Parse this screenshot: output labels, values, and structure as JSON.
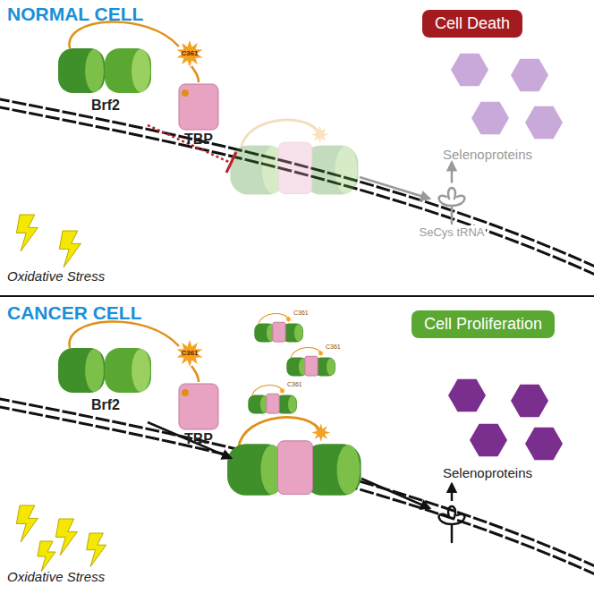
{
  "diagram": {
    "nodes": [
      {
        "text": [
          "Cell Death"
        ]
      },
      {
        "text": [
          "Brf2"
        ]
      },
      {
        "text": [
          "C361"
        ]
      },
      {
        "text": [
          "TBP"
        ]
      },
      {
        "text": [
          "Selenoproteins"
        ]
      },
      {
        "text": [
          "SeCys tRNA"
        ]
      },
      {
        "text": [
          "Cell Proliferation"
        ]
      },
      {
        "text": [
          "Brf2"
        ]
      },
      {
        "text": [
          "C361"
        ]
      },
      {
        "text": [
          "TBP"
        ]
      },
      {
        "text": [
          "Selenoproteins"
        ]
      }
    ],
    "edges": [
      {
        "from": 5,
        "to": 4,
        "arrow": "to"
      }
    ],
    "labels": [
      "NORMAL CELL",
      "Oxidative Stress",
      "CANCER CELL",
      "Oxidative Stress",
      "C361",
      "C361",
      "C361"
    ]
  }
}
